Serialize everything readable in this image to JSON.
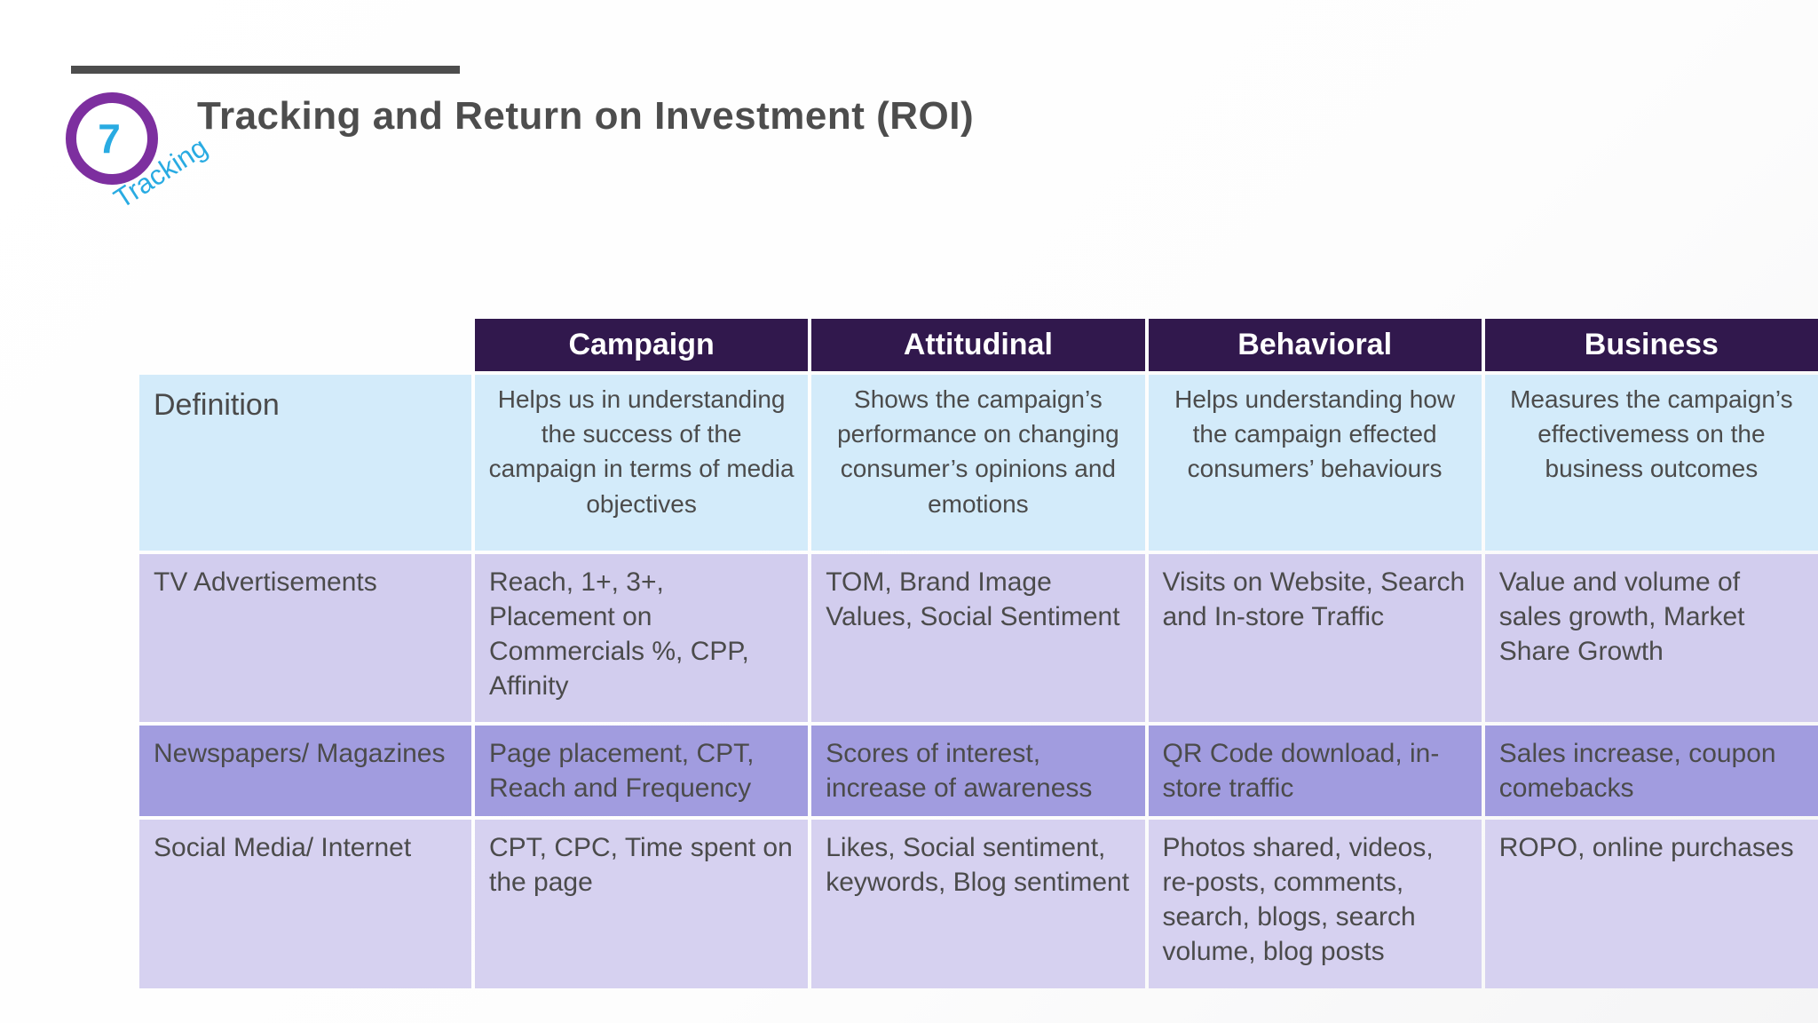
{
  "slide": {
    "number": "7",
    "side_label": "Tracking",
    "title": "Tracking and Return on Investment (ROI)"
  },
  "colors": {
    "header_bg": "#31184d",
    "definition_row_bg": "#d3ebfa",
    "media_row_bg": "#d2cdee",
    "highlight_row_bg": "#a19cdf",
    "accent_purple": "#7d2f9f",
    "accent_cyan": "#29abe2",
    "title_gray": "#4d4d4d"
  },
  "table": {
    "column_headers": [
      "Campaign",
      "Attitudinal",
      "Behavioral",
      "Business"
    ],
    "rows": [
      {
        "label": "Definition",
        "cells": [
          "Helps us in understanding the success of the campaign in terms of media objectives",
          "Shows the campaign’s performance on changing consumer’s opinions and emotions",
          "Helps understanding how the campaign effected consumers’ behaviours",
          "Measures the campaign’s effectivemess on the business outcomes"
        ]
      },
      {
        "label": "TV Advertisements",
        "cells": [
          "Reach, 1+, 3+, Placement on Commercials %, CPP, Affinity",
          "TOM, Brand Image Values, Social Sentiment",
          "Visits on Website, Search and In-store Traffic",
          "Value and volume of sales growth, Market Share Growth"
        ]
      },
      {
        "label": "Newspapers/ Magazines",
        "cells": [
          "Page placement, CPT, Reach and Frequency",
          "Scores of interest, increase of awareness",
          "QR Code download, in-store traffic",
          "Sales increase, coupon comebacks"
        ]
      },
      {
        "label": "Social Media/ Internet",
        "cells": [
          "CPT, CPC, Time spent on the page",
          "Likes, Social sentiment, keywords, Blog sentiment",
          "Photos shared, videos, re-posts, comments, search, blogs, search volume, blog posts",
          "ROPO, online purchases"
        ]
      }
    ]
  }
}
